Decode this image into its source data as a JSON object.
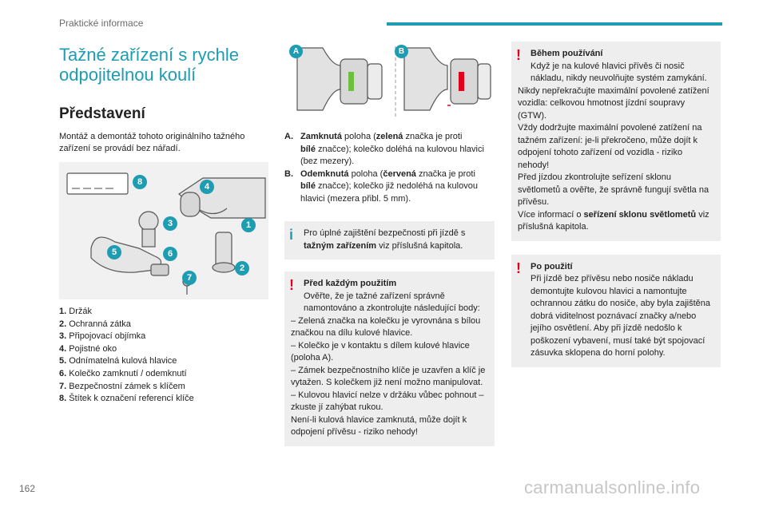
{
  "header": {
    "section": "Praktické informace"
  },
  "left": {
    "title_line1": "Tažné zařízení s rychle",
    "title_line2": "odpojitelnou koulí",
    "subtitle": "Představení",
    "intro": "Montáž a demontáž tohoto originálního tažného zařízení se provádí bez nářadí.",
    "figure_badges": [
      "8",
      "4",
      "3",
      "1",
      "5",
      "6",
      "7",
      "2"
    ],
    "legend": [
      {
        "num": "1.",
        "text": "Držák"
      },
      {
        "num": "2.",
        "text": "Ochranná zátka"
      },
      {
        "num": "3.",
        "text": "Připojovací objímka"
      },
      {
        "num": "4.",
        "text": "Pojistné oko"
      },
      {
        "num": "5.",
        "text": "Odnímatelná kulová hlavice"
      },
      {
        "num": "6.",
        "text": "Kolečko zamknutí / odemknutí"
      },
      {
        "num": "7.",
        "text": "Bezpečnostní zámek s klíčem"
      },
      {
        "num": "8.",
        "text": "Štítek k označení referencí klíče"
      }
    ]
  },
  "middle": {
    "badge_a": "A",
    "badge_b": "B",
    "a_key": "A.",
    "a_bold": "Zamknutá",
    "a_t1": " poloha (",
    "a_bold2": "zelená",
    "a_t2": " značka je proti",
    "a_bold3": "bílé",
    "a_t3": " značce); kolečko doléhá na kulovou hlavici (bez mezery).",
    "b_key": "B.",
    "b_bold": "Odemknutá",
    "b_t1": " poloha (",
    "b_bold2": "červená",
    "b_t2": " značka je proti",
    "b_bold3": "bílé",
    "b_t3": " značce); kolečko již nedoléhá na kulovou hlavici (mezera přibl. 5 mm).",
    "info_t1": "Pro úplné zajištění bezpečnosti při jízdě s ",
    "info_bold": "tažným zařízením",
    "info_t2": " viz příslušná kapitola.",
    "warn_title": "Před každým použitím",
    "warn_lines": [
      "Ověřte, že je tažné zařízení správně namontováno a zkontrolujte následující body:",
      "– Zelená značka na kolečku je vyrovnána s bílou značkou na dílu kulové hlavice.",
      "– Kolečko je v kontaktu s dílem kulové hlavice (poloha A).",
      "– Zámek bezpečnostního klíče je uzavřen a klíč je vytažen. S kolečkem již není možno manipulovat.",
      "– Kulovou hlavicí nelze v držáku vůbec pohnout – zkuste jí zahýbat rukou.",
      "Není-li kulová hlavice zamknutá, může dojít k odpojení přívěsu - riziko nehody!"
    ]
  },
  "right": {
    "warn1_title": "Během používání",
    "warn1_p1": "Když je na kulové hlavici přívěs či nosič nákladu, nikdy neuvolňujte systém zamykání.",
    "warn1_p2": "Nikdy nepřekračujte maximální povolené zatížení vozidla: celkovou hmotnost jízdní soupravy (GTW).",
    "warn1_p3": "Vždy dodržujte maximální povolené zatížení na tažném zařízení: je-li překročeno, může dojít k odpojení tohoto zařízení od vozidla - riziko nehody!",
    "warn1_p4": "Před jízdou zkontrolujte seřízení sklonu světlometů a ověřte, že správně fungují světla na přívěsu.",
    "warn1_p5a": "Více informací o ",
    "warn1_p5b": "seřízení sklonu světlometů",
    "warn1_p5c": " viz příslušná kapitola.",
    "warn2_title": "Po použití",
    "warn2_body": "Při jízdě bez přívěsu nebo nosiče nákladu demontujte kulovou hlavici a namontujte ochrannou zátku do nosiče, aby byla zajištěna dobrá viditelnost poznávací značky a/nebo jejího osvětlení. Aby při jízdě nedošlo k poškození vybavení, musí také být spojovací zásuvka sklopena do horní polohy."
  },
  "footer": {
    "page": "162",
    "watermark": "carmanualsonline.info"
  },
  "colors": {
    "accent": "#1e9cb2",
    "warning": "#e2001a",
    "box_bg": "#eeeeee"
  }
}
